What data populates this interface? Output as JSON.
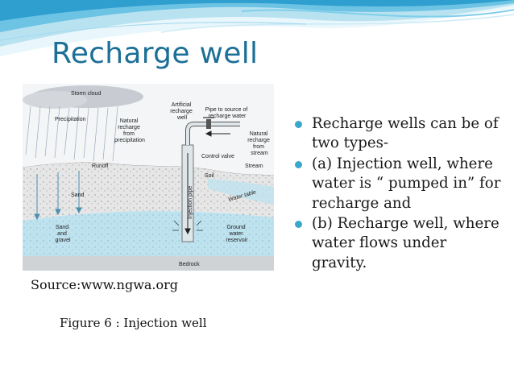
{
  "slide": {
    "title": "Recharge well",
    "source": "Source:www.ngwa.org",
    "caption": "Figure 6 : Injection well",
    "bullets": [
      "Recharge wells can be  of two types-",
      "(a) Injection well, where water  is “ pumped in” for recharge and",
      "(b) Recharge well, where water flows under gravity."
    ],
    "accent_color": "#1c6f96",
    "bullet_color": "#3aa7cc"
  },
  "diagram": {
    "storm_cloud": "Storm cloud",
    "precipitation": "Precipitation",
    "natural_recharge_precip": [
      "Natural",
      "recharge",
      "from",
      "precipitation"
    ],
    "artificial_well": [
      "Artificial",
      "recharge",
      "well"
    ],
    "pipe_source": [
      "Pipe to source of",
      "recharge water"
    ],
    "natural_recharge_stream": [
      "Natural",
      "recharge",
      "from",
      "stream"
    ],
    "control_valve": "Control valve",
    "runoff": "Runoff",
    "soil": "Soil",
    "stream": "Stream",
    "sand": "Sand",
    "water_table": "Water table",
    "injection_pipe": "Injection pipe",
    "sand_gravel": [
      "Sand",
      "and",
      "gravel"
    ],
    "ground_water": [
      "Ground",
      "water",
      "reservoir"
    ],
    "bedrock": "Bedrock"
  }
}
